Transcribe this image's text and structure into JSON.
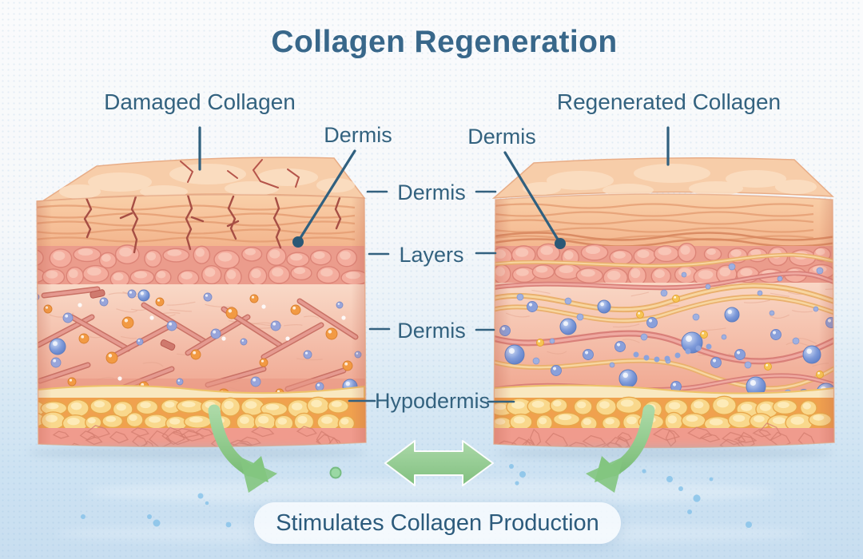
{
  "title": "Collagen Regeneration",
  "panels": {
    "damaged": {
      "label": "Damaged Collagen"
    },
    "regenerated": {
      "label": "Regenerated Collagen"
    }
  },
  "annotations": {
    "dermis_left": "Dermis",
    "dermis_right": "Dermis"
  },
  "layer_labels": [
    {
      "label": "Dermis"
    },
    {
      "label": "Layers"
    },
    {
      "label": "Dermis"
    },
    {
      "label": "Hypodermis"
    }
  ],
  "footer": {
    "caption": "Stimulates Collagen Production"
  },
  "palette": {
    "text": "#33627f",
    "epidermis": "#f6c5a0",
    "dermis": "#f7cfbc",
    "damaged_fiber": "#d9837a",
    "healthy_fiber": "#f2c286",
    "collagen_sphere": "#7b97d8",
    "hypodermis": "#f5c06a",
    "arrow_green": "#8fca8d",
    "water_background": "#cfe3f2"
  }
}
